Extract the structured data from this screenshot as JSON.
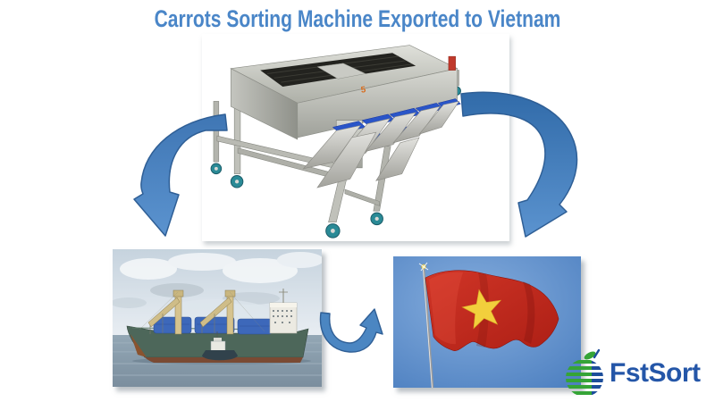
{
  "title": {
    "text": "Carrots Sorting Machine Exported to Vietnam",
    "color": "#4a86c8"
  },
  "machine": {
    "name": "carrot-sorting-machine-photo",
    "marking": "5",
    "body_color": "#c9cac4",
    "roller_color": "#2a55c8"
  },
  "ship": {
    "name": "cargo-ship-photo",
    "hull_color": "#4d675a",
    "tarp_color": "#3d68ba"
  },
  "flag": {
    "name": "vietnam-flag-photo",
    "flag_red": "#c62b1d",
    "star_yellow": "#f2cf3c",
    "sky_blue": "#5e8fcd"
  },
  "arrows": {
    "fill": "#4a82bf",
    "stroke": "#2f5f96"
  },
  "logo": {
    "text": "FstSort",
    "text_color": "#2456a8",
    "icon": "striped-apple-icon",
    "icon_green": "#35a437",
    "icon_navy": "#1d4e9b"
  }
}
